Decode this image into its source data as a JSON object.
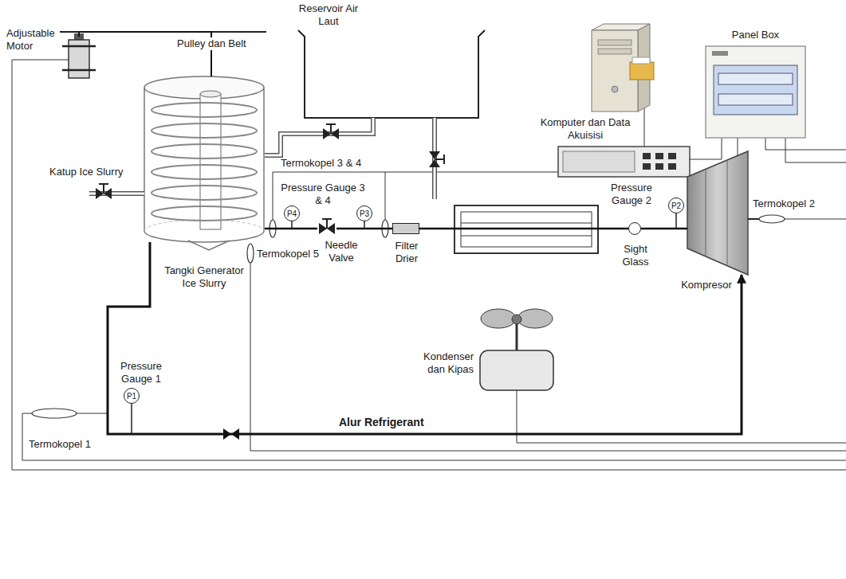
{
  "diagram": {
    "nodes": [
      {
        "text": [
          "Adjustable Motor"
        ]
      },
      {
        "text": [
          "Tangki Generator Ice Slurry"
        ]
      },
      {
        "text": [
          "Reservoir Air Laut"
        ]
      },
      {
        "text": [
          "Komputer dan Data Akuisisi"
        ]
      },
      {
        "text": [
          "Panel Box"
        ]
      },
      {
        "text": [
          "P4"
        ]
      },
      {
        "text": [
          "Needle Valve"
        ]
      },
      {
        "text": [
          "P3"
        ]
      },
      {
        "text": [
          "Filter Drier"
        ]
      },
      {
        "text": [
          "Sight Glass"
        ]
      },
      {
        "text": [
          "P2"
        ]
      },
      {
        "text": [
          "Kompresor"
        ]
      },
      {
        "text": [
          "Kondenser dan Kipas"
        ]
      },
      {
        "text": [
          "P1"
        ]
      }
    ],
    "edges": [
      {
        "from": 0,
        "to": 1,
        "arrow": "none",
        "label": "Pulley dan Belt"
      },
      {
        "from": 1,
        "to": 2,
        "arrow": "none"
      },
      {
        "from": 8,
        "to": 6,
        "arrow": "none"
      },
      {
        "from": 6,
        "to": 1,
        "arrow": "none"
      },
      {
        "from": 9,
        "to": 8,
        "arrow": "none"
      },
      {
        "from": 11,
        "to": 9,
        "arrow": "none"
      },
      {
        "from": 1,
        "to": 11,
        "arrow": "to",
        "label": "Alur Refrigerant"
      }
    ],
    "labels": [
      "Katup Ice Slurry",
      "Termokopel 3 & 4",
      "Pressure Gauge 3 & 4",
      "Pressure Gauge 2",
      "Termokopel 2",
      "Termokopel 5",
      "Pressure Gauge 1",
      "Termokopel 1"
    ]
  }
}
